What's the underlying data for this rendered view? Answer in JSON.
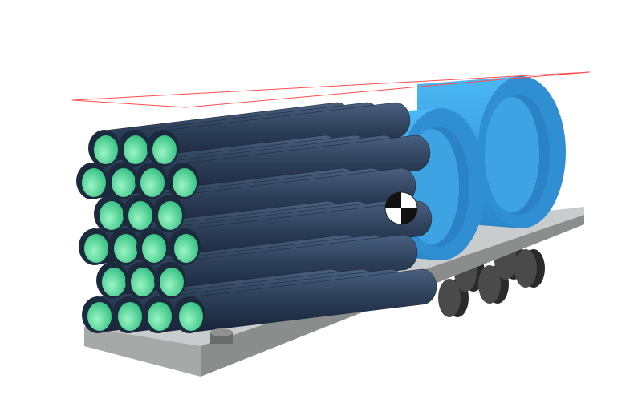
{
  "scene": {
    "colors": {
      "background": "#ffffff",
      "pipe_body": "#2b3d55",
      "pipe_inner": "#6ee6a8",
      "coil": "#3aa6e6",
      "coil_dark": "#2a7fbf",
      "deck_top": "#c8cbcc",
      "deck_side": "#8a8c8c",
      "wheel": "#3a3a3a",
      "bounding_plane": "#ff4444"
    },
    "objects": {
      "pipe_rows": [
        3,
        4,
        3,
        4,
        3,
        4
      ],
      "coil_count": 2,
      "axle_count": 3
    },
    "icons": [
      "center-of-mass-marker-icon"
    ]
  }
}
